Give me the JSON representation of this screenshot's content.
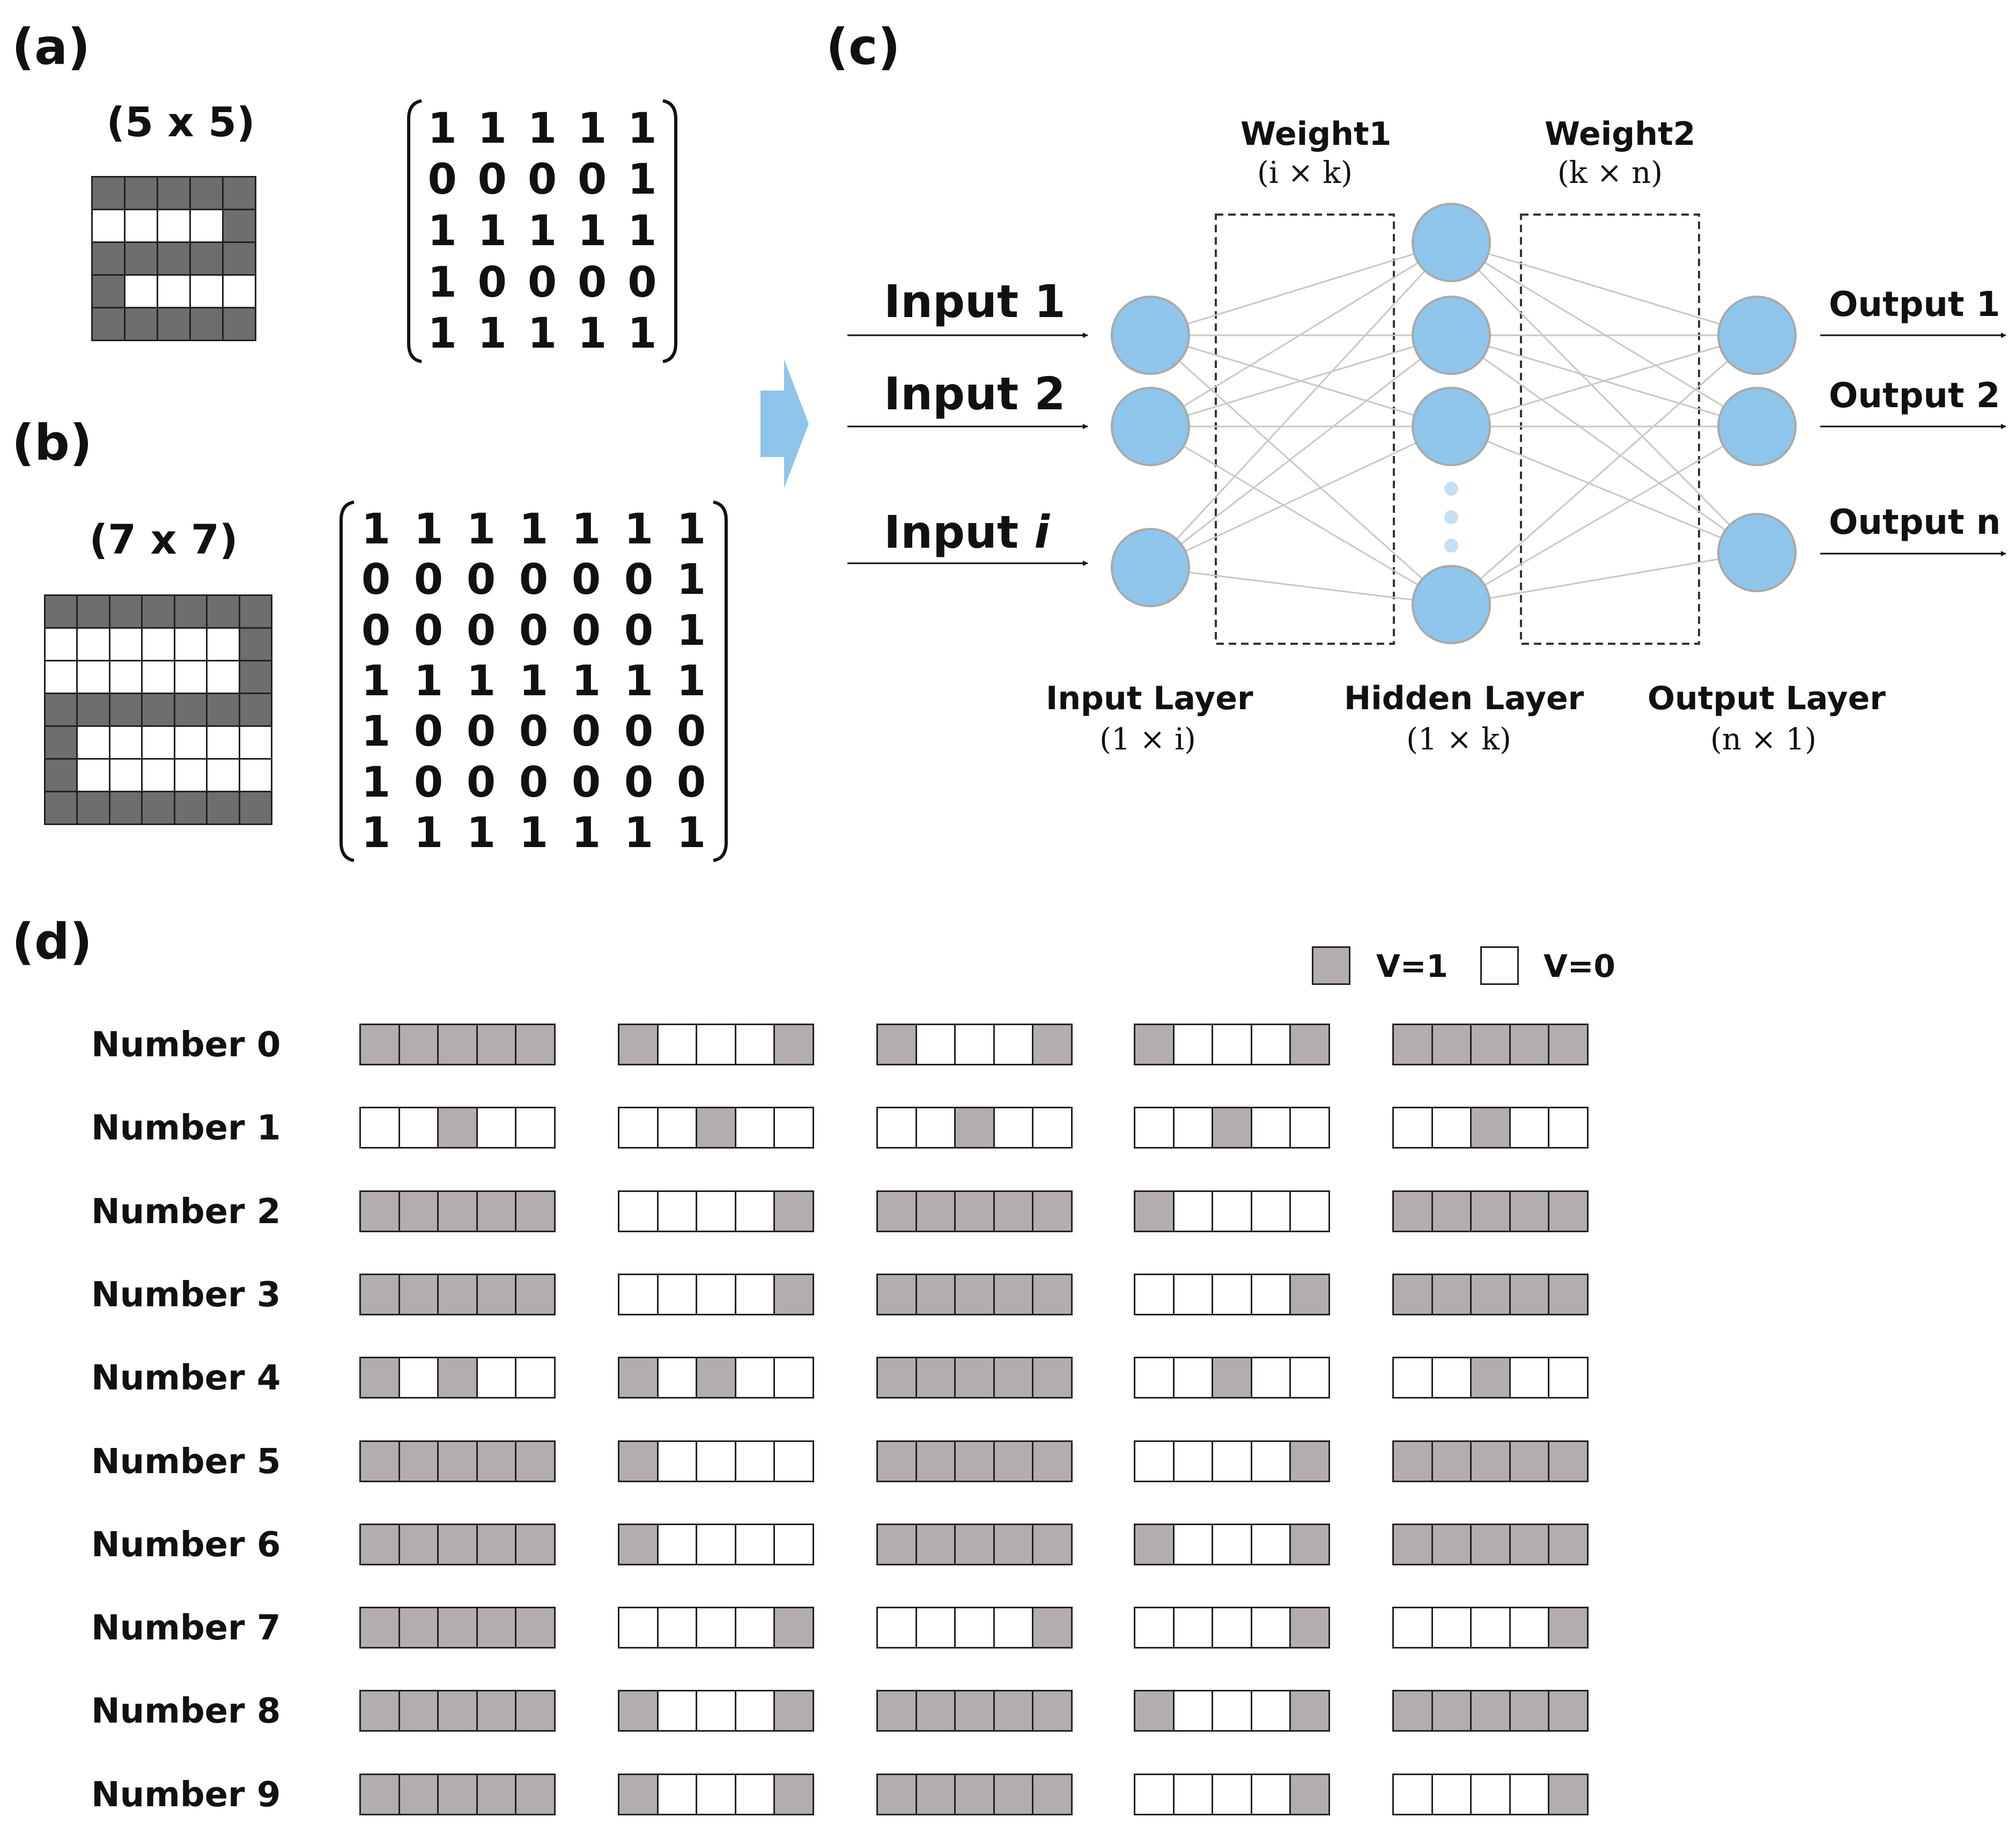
{
  "panels": {
    "a": "(a)",
    "b": "(b)",
    "c": "(c)",
    "d": "(d)"
  },
  "panel_a": {
    "title": "(5 x 5)",
    "matrix": [
      [
        1,
        1,
        1,
        1,
        1
      ],
      [
        0,
        0,
        0,
        0,
        1
      ],
      [
        1,
        1,
        1,
        1,
        1
      ],
      [
        1,
        0,
        0,
        0,
        0
      ],
      [
        1,
        1,
        1,
        1,
        1
      ]
    ]
  },
  "panel_b": {
    "title": "(7 x 7)",
    "matrix": [
      [
        1,
        1,
        1,
        1,
        1,
        1,
        1
      ],
      [
        0,
        0,
        0,
        0,
        0,
        0,
        1
      ],
      [
        0,
        0,
        0,
        0,
        0,
        0,
        1
      ],
      [
        1,
        1,
        1,
        1,
        1,
        1,
        1
      ],
      [
        1,
        0,
        0,
        0,
        0,
        0,
        0
      ],
      [
        1,
        0,
        0,
        0,
        0,
        0,
        0
      ],
      [
        1,
        1,
        1,
        1,
        1,
        1,
        1
      ]
    ]
  },
  "panel_c": {
    "inputs": [
      "Input 1",
      "Input 2",
      "Input "
    ],
    "input_i_symbol": "i",
    "outputs": [
      "Output 1",
      "Output 2",
      "Output n"
    ],
    "weight1": {
      "label": "Weight1",
      "dims": "(i × k)"
    },
    "weight2": {
      "label": "Weight2",
      "dims": "(k × n)"
    },
    "layers": {
      "input": {
        "label": "Input Layer",
        "dims": "(1 × i)"
      },
      "hidden": {
        "label": "Hidden Layer",
        "dims": "(1 × k)"
      },
      "output": {
        "label": "Output Layer",
        "dims": "(n × 1)"
      }
    },
    "colors": {
      "node_fill": "#8fc5ea",
      "node_stroke": "#a9a9a9",
      "connection": "#c8c8c8",
      "arrow": "#8fc5ea"
    }
  },
  "panel_d": {
    "legend": {
      "on_label": "V=1",
      "off_label": "V=0",
      "on_color": "#b3adad",
      "off_color": "#ffffff"
    },
    "numbers": [
      {
        "label": "Number 0",
        "rows": [
          [
            1,
            1,
            1,
            1,
            1
          ],
          [
            1,
            0,
            0,
            0,
            1
          ],
          [
            1,
            0,
            0,
            0,
            1
          ],
          [
            1,
            0,
            0,
            0,
            1
          ],
          [
            1,
            1,
            1,
            1,
            1
          ]
        ]
      },
      {
        "label": "Number 1",
        "rows": [
          [
            0,
            0,
            1,
            0,
            0
          ],
          [
            0,
            0,
            1,
            0,
            0
          ],
          [
            0,
            0,
            1,
            0,
            0
          ],
          [
            0,
            0,
            1,
            0,
            0
          ],
          [
            0,
            0,
            1,
            0,
            0
          ]
        ]
      },
      {
        "label": "Number 2",
        "rows": [
          [
            1,
            1,
            1,
            1,
            1
          ],
          [
            0,
            0,
            0,
            0,
            1
          ],
          [
            1,
            1,
            1,
            1,
            1
          ],
          [
            1,
            0,
            0,
            0,
            0
          ],
          [
            1,
            1,
            1,
            1,
            1
          ]
        ]
      },
      {
        "label": "Number 3",
        "rows": [
          [
            1,
            1,
            1,
            1,
            1
          ],
          [
            0,
            0,
            0,
            0,
            1
          ],
          [
            1,
            1,
            1,
            1,
            1
          ],
          [
            0,
            0,
            0,
            0,
            1
          ],
          [
            1,
            1,
            1,
            1,
            1
          ]
        ]
      },
      {
        "label": "Number 4",
        "rows": [
          [
            1,
            0,
            1,
            0,
            0
          ],
          [
            1,
            0,
            1,
            0,
            0
          ],
          [
            1,
            1,
            1,
            1,
            1
          ],
          [
            0,
            0,
            1,
            0,
            0
          ],
          [
            0,
            0,
            1,
            0,
            0
          ]
        ]
      },
      {
        "label": "Number 5",
        "rows": [
          [
            1,
            1,
            1,
            1,
            1
          ],
          [
            1,
            0,
            0,
            0,
            0
          ],
          [
            1,
            1,
            1,
            1,
            1
          ],
          [
            0,
            0,
            0,
            0,
            1
          ],
          [
            1,
            1,
            1,
            1,
            1
          ]
        ]
      },
      {
        "label": "Number 6",
        "rows": [
          [
            1,
            1,
            1,
            1,
            1
          ],
          [
            1,
            0,
            0,
            0,
            0
          ],
          [
            1,
            1,
            1,
            1,
            1
          ],
          [
            1,
            0,
            0,
            0,
            1
          ],
          [
            1,
            1,
            1,
            1,
            1
          ]
        ]
      },
      {
        "label": "Number 7",
        "rows": [
          [
            1,
            1,
            1,
            1,
            1
          ],
          [
            0,
            0,
            0,
            0,
            1
          ],
          [
            0,
            0,
            0,
            0,
            1
          ],
          [
            0,
            0,
            0,
            0,
            1
          ],
          [
            0,
            0,
            0,
            0,
            1
          ]
        ]
      },
      {
        "label": "Number 8",
        "rows": [
          [
            1,
            1,
            1,
            1,
            1
          ],
          [
            1,
            0,
            0,
            0,
            1
          ],
          [
            1,
            1,
            1,
            1,
            1
          ],
          [
            1,
            0,
            0,
            0,
            1
          ],
          [
            1,
            1,
            1,
            1,
            1
          ]
        ]
      },
      {
        "label": "Number 9",
        "rows": [
          [
            1,
            1,
            1,
            1,
            1
          ],
          [
            1,
            0,
            0,
            0,
            1
          ],
          [
            1,
            1,
            1,
            1,
            1
          ],
          [
            0,
            0,
            0,
            0,
            1
          ],
          [
            0,
            0,
            0,
            0,
            1
          ]
        ]
      }
    ]
  }
}
